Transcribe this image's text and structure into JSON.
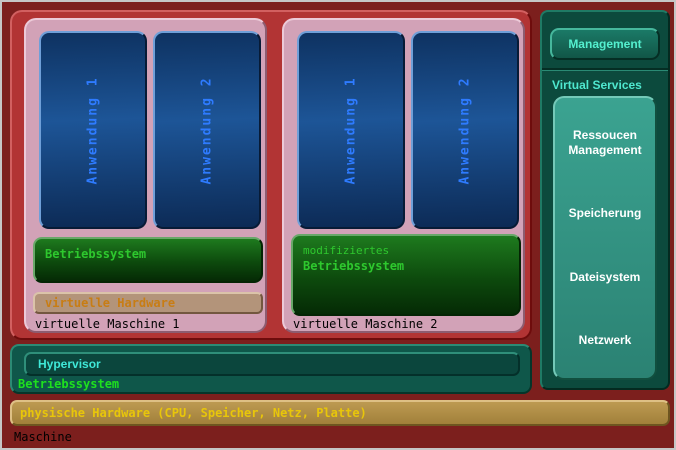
{
  "machine_label": "Maschine",
  "physical_hardware_label": "physische Hardware (CPU, Speicher, Netz, Platte)",
  "host": {
    "hypervisor_label": "Hypervisor",
    "os_label": "Betriebssystem"
  },
  "vms": [
    {
      "name": "virtuelle Maschine 1",
      "apps": [
        "Anwendung 1",
        "Anwendung 2"
      ],
      "os": "Betriebssystem",
      "virtual_hardware": "virtuelle Hardware"
    },
    {
      "name": "virtuelle Maschine 2",
      "apps": [
        "Anwendung 1",
        "Anwendung 2"
      ],
      "os_prefix": "modifiziertes",
      "os": "Betriebssystem"
    }
  ],
  "right_panel": {
    "management_label": "Management",
    "title": "Virtual Services",
    "services": [
      "Ressoucen Management",
      "Speicherung",
      "Dateisystem",
      "Netzwerk"
    ]
  },
  "colors": {
    "background": "#7c1f1d",
    "vm_container": "#b23434",
    "vm_card": "#d2a2b7",
    "app_fill": "#1d5597",
    "app_text": "#2e7bff",
    "guest_os_fill": "#0d4a0d",
    "guest_os_text": "#2ec82e",
    "virtual_hw_fill": "#b3947a",
    "virtual_hw_text": "#c87d14",
    "panel_fill": "#0c4a3d",
    "services_fill": "#339484",
    "accent_cyan": "#4fe8cf",
    "hardware_fill": "#b08d44",
    "hardware_text": "#e8c60a"
  }
}
